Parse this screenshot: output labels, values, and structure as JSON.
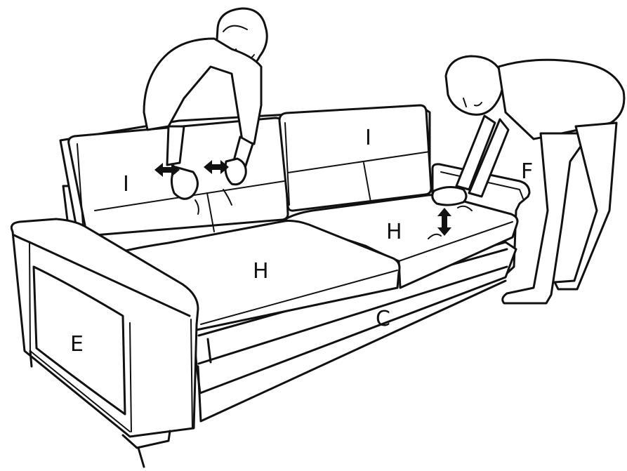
{
  "labels": {
    "backrest_left": "I",
    "backrest_right": "I",
    "seat_left": "H",
    "seat_right": "H",
    "base_front": "C",
    "armrest_left": "E",
    "armrest_right": "F"
  }
}
